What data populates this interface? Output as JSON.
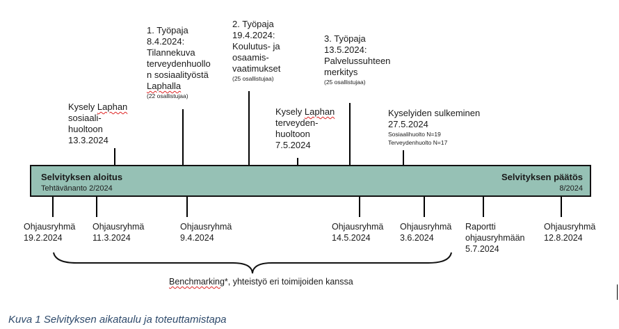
{
  "top_events": [
    {
      "lines": [
        "Kysely Laphan",
        "sosiaali-",
        "huoltoon",
        "13.3.2024"
      ],
      "note": ""
    },
    {
      "lines": [
        "1. Työpaja",
        "8.4.2024:",
        "Tilannekuva",
        "terveydenhuollo",
        "n sosiaalityöstä",
        "Laphalla"
      ],
      "note": "(22 osallistujaa)"
    },
    {
      "lines": [
        "2. Työpaja",
        "19.4.2024:",
        "Koulutus- ja",
        "osaamis-",
        "vaatimukset"
      ],
      "note": "(25 osallistujaa)"
    },
    {
      "lines": [
        "Kysely Laphan",
        "terveyden-",
        "huoltoon",
        "7.5.2024"
      ],
      "note": ""
    },
    {
      "lines": [
        "3. Työpaja",
        "13.5.2024:",
        "Palvelussuhteen",
        "merkitys"
      ],
      "note": "(25 osallistujaa)"
    },
    {
      "lines": [
        "Kyselyiden sulkeminen",
        "27.5.2024"
      ],
      "notes": [
        "Sosiaalihuolto N=19",
        "Terveydenhuolto N=17"
      ]
    }
  ],
  "bar": {
    "start_title": "Selvityksen aloitus",
    "start_sub": "Tehtävänanto 2/2024",
    "end_title": "Selvityksen päätös",
    "end_sub": "8/2024",
    "color": "#96c1b5"
  },
  "bottom_events": [
    {
      "lines": [
        "Ohjausryhmä",
        "19.2.2024"
      ]
    },
    {
      "lines": [
        "Ohjausryhmä",
        "11.3.2024"
      ]
    },
    {
      "lines": [
        "Ohjausryhmä",
        "9.4.2024"
      ]
    },
    {
      "lines": [
        "Ohjausryhmä",
        "14.5.2024"
      ]
    },
    {
      "lines": [
        "Ohjausryhmä",
        "3.6.2024"
      ]
    },
    {
      "lines": [
        "Raportti",
        "ohjausryhmään",
        "5.7.2024"
      ]
    },
    {
      "lines": [
        "Ohjausryhmä",
        "12.8.2024"
      ]
    }
  ],
  "brace": {
    "word": "Benchmarking",
    "rest": "*, yhteistyö eri toimijoiden kanssa"
  },
  "caption": "Kuva 1 Selvityksen aikataulu ja toteuttamistapa"
}
